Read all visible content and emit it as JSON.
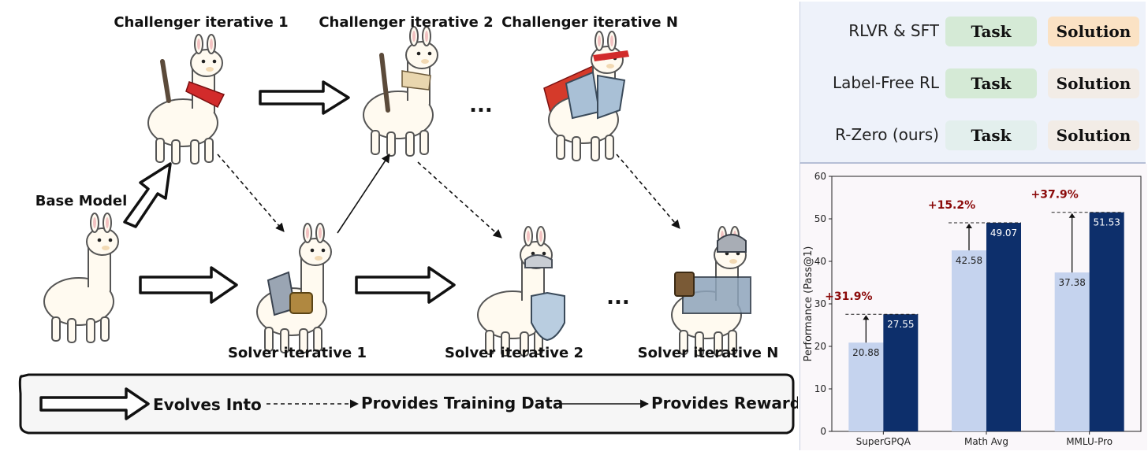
{
  "diagram": {
    "challenger_labels": [
      "Challenger iterative 1",
      "Challenger iterative 2",
      "Challenger iterative N"
    ],
    "solver_labels": [
      "Solver iterative 1",
      "Solver iterative 2",
      "Solver iterative N"
    ],
    "base_model_label": "Base Model",
    "ellipsis": "...",
    "legend": {
      "evolves": "Evolves Into",
      "training": "Provides Training Data",
      "reward": "Provides Reward"
    }
  },
  "comparison": {
    "rows": [
      {
        "label": "RLVR & SFT",
        "task": "Task",
        "solution": "Solution",
        "task_color": "#d5ead6",
        "solution_color": "#fbe2c4"
      },
      {
        "label": "Label-Free RL",
        "task": "Task",
        "solution": "Solution",
        "task_color": "#d5ead6",
        "solution_color": "#f2ece6"
      },
      {
        "label": "R-Zero (ours)",
        "task": "Task",
        "solution": "Solution",
        "task_color": "#e3efed",
        "solution_color": "#f2ece6"
      }
    ]
  },
  "chart_data": {
    "type": "bar",
    "categories": [
      "SuperGPQA",
      "Math Avg",
      "MMLU-Pro"
    ],
    "series": [
      {
        "values": [
          20.88,
          42.58,
          37.38
        ],
        "color": "#c5d3ee"
      },
      {
        "values": [
          27.55,
          49.07,
          51.53
        ],
        "color": "#0d2f6b"
      }
    ],
    "value_labels": [
      [
        "20.88",
        "42.58",
        "37.38"
      ],
      [
        "27.55",
        "49.07",
        "51.53"
      ]
    ],
    "gains": [
      "+31.9%",
      "+15.2%",
      "+37.9%"
    ],
    "ylabel": "Performance (Pass@1)",
    "ylim": [
      0,
      60
    ],
    "yticks": [
      0,
      10,
      20,
      30,
      40,
      50,
      60
    ],
    "grid": false
  }
}
